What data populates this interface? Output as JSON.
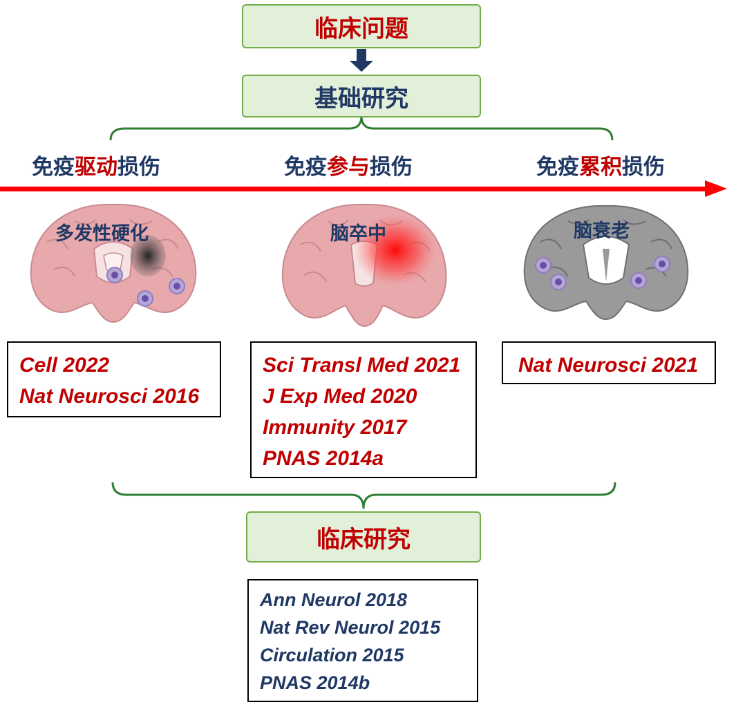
{
  "top": {
    "clinical_question": "临床问题",
    "basic_research": "基础研究",
    "clinical_research": "临床研究"
  },
  "categories": [
    {
      "prefix": "免疫",
      "highlight": "驱动",
      "suffix": "损伤"
    },
    {
      "prefix": "免疫",
      "highlight": "参与",
      "suffix": "损伤"
    },
    {
      "prefix": "免疫",
      "highlight": "累积",
      "suffix": "损伤"
    }
  ],
  "brains": [
    {
      "label": "多发性硬化",
      "tone": "pink"
    },
    {
      "label": "脑卒中",
      "tone": "pink"
    },
    {
      "label": "脑衰老",
      "tone": "gray"
    }
  ],
  "basic_refs": [
    [
      "Cell 2022",
      "Nat Neurosci 2016"
    ],
    [
      "Sci Transl Med 2021",
      "J Exp Med 2020",
      "Immunity 2017",
      "PNAS 2014a"
    ],
    [
      "Nat Neurosci 2021"
    ]
  ],
  "clinical_refs": [
    "Ann Neurol 2018",
    "Nat Rev Neurol 2015",
    "Circulation 2015",
    "PNAS 2014b"
  ],
  "colors": {
    "box_fill": "#e2efd9",
    "box_border": "#70ad47",
    "bracket": "#2e7d32",
    "accent_red": "#c00000",
    "navy": "#1f3864",
    "arrow_red": "#ff0000",
    "brain_pink": "#e8a9ad",
    "brain_gray": "#9a9a9a",
    "cell_purple": "#8e7cc3"
  }
}
